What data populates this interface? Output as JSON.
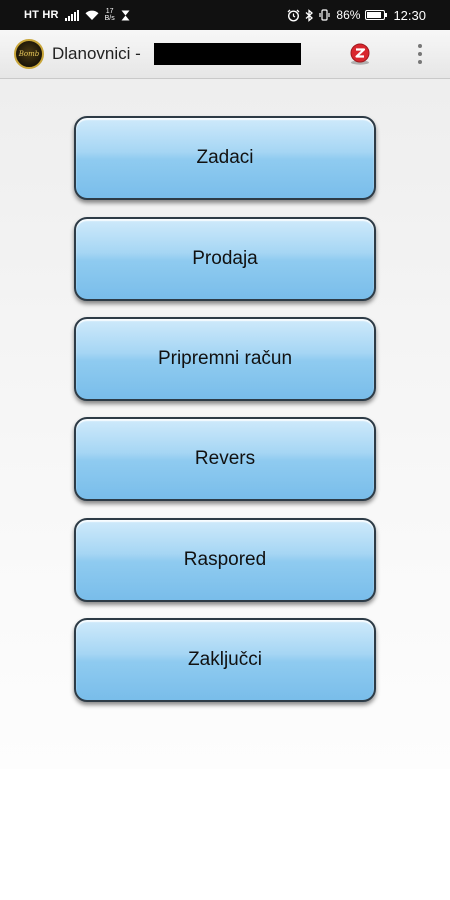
{
  "status_bar": {
    "carrier": "HT HR",
    "speed_value": "17",
    "speed_unit": "B/s",
    "battery": "86%",
    "time": "12:30"
  },
  "app_bar": {
    "title": "Dlanovnici -",
    "logo_text": "Bomb"
  },
  "menu": {
    "items": [
      {
        "label": "Zadaci"
      },
      {
        "label": "Prodaja"
      },
      {
        "label": "Pripremni račun"
      },
      {
        "label": "Revers"
      },
      {
        "label": "Raspored"
      },
      {
        "label": "Zaključci"
      }
    ]
  },
  "colors": {
    "button_top": "#cfeafb",
    "button_bottom": "#79bdea",
    "button_border": "#2d3b46",
    "status_bar": "#111111",
    "sync_icon": "#d9272e"
  }
}
